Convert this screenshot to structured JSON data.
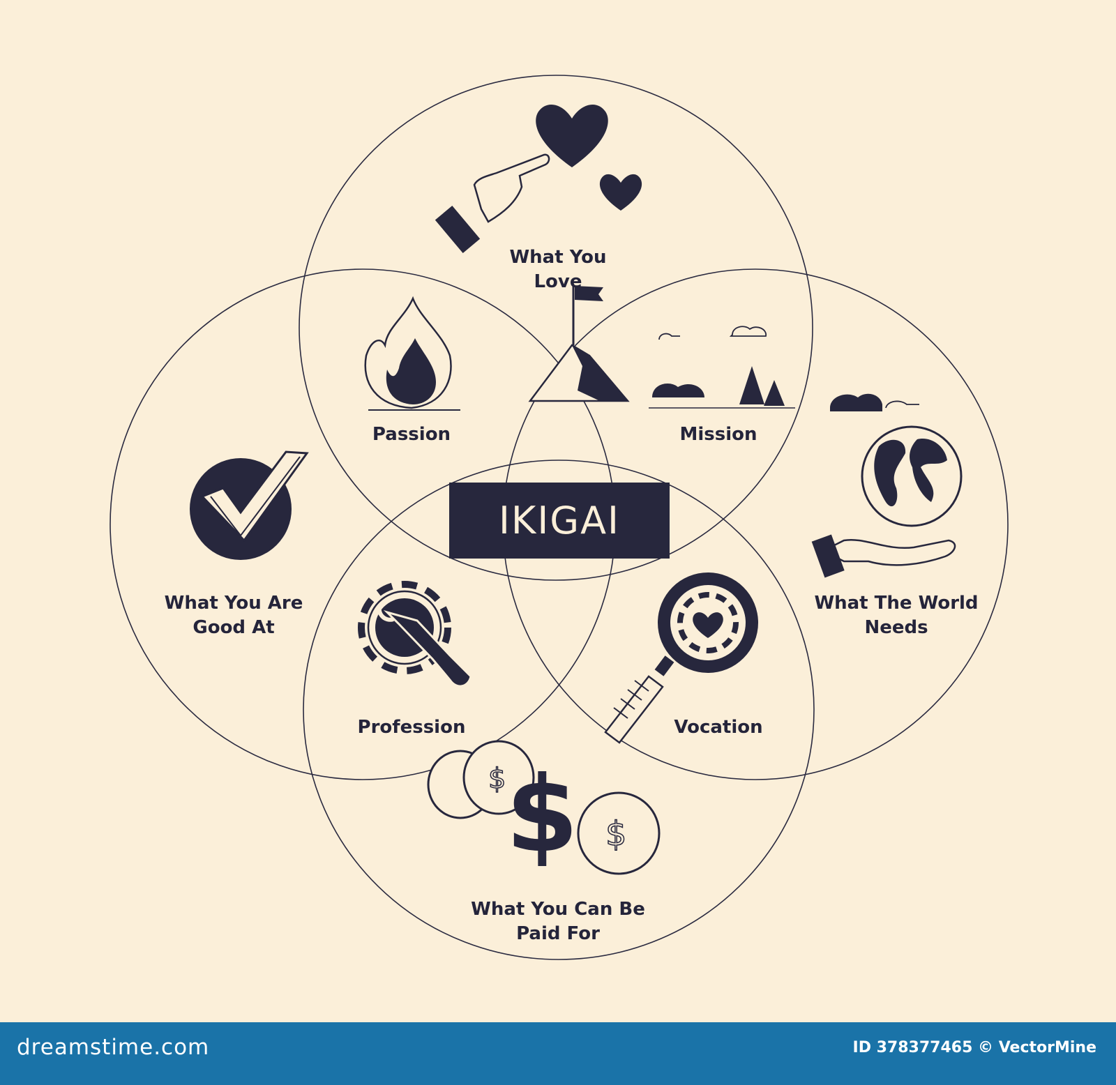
{
  "center_title": "IKIGAI",
  "circles": {
    "love": {
      "line1": "What You",
      "line2": "Love"
    },
    "good_at": {
      "line1": "What You Are",
      "line2": "Good At"
    },
    "world_needs": {
      "line1": "What The World",
      "line2": "Needs"
    },
    "paid_for": {
      "line1": "What You Can Be",
      "line2": "Paid For"
    }
  },
  "overlaps": {
    "passion": "Passion",
    "mission": "Mission",
    "profession": "Profession",
    "vocation": "Vocation"
  },
  "footer": {
    "brand": "dreamstime.com",
    "credit": "ID 378377465 © VectorMine"
  },
  "colors": {
    "background": "#fbefd9",
    "ink": "#27273d",
    "footer": "#1a73a8"
  },
  "icons": [
    "hand-pointing-icon",
    "hearts-icon",
    "flame-icon",
    "mountain-flag-icon",
    "checkmark-icon",
    "globe-hand-icon",
    "gear-wrench-icon",
    "magnifier-heart-icon",
    "coins-dollar-icon"
  ]
}
